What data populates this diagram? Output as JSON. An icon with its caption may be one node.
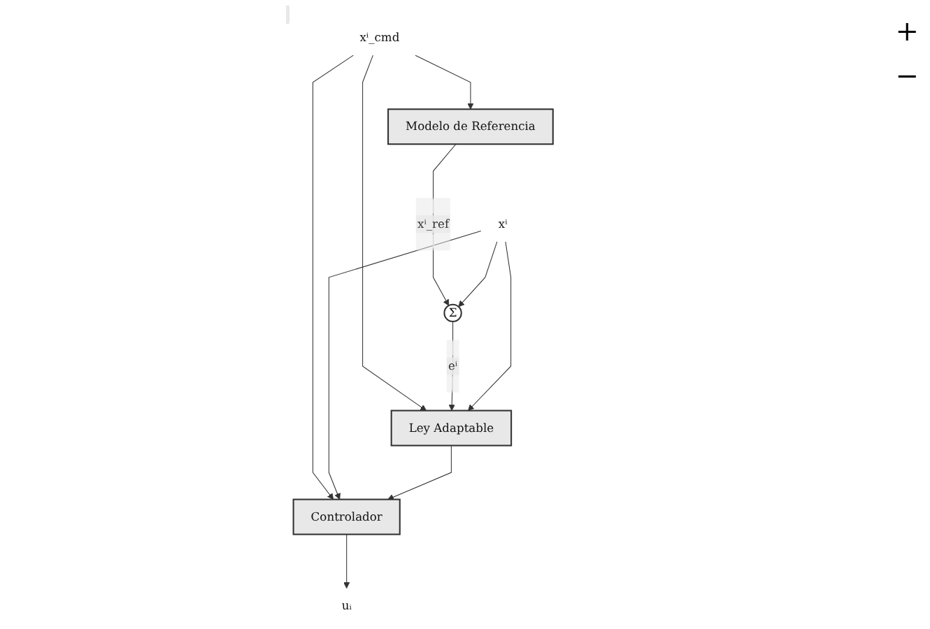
{
  "diagram": {
    "nodes": [
      {
        "text": [
          "xⁱ_cmd"
        ]
      },
      {
        "text": [
          "Modelo de Referencia"
        ]
      },
      {
        "text": [
          "Σ"
        ]
      },
      {
        "text": [
          "Ley Adaptable"
        ]
      },
      {
        "text": [
          "Controlador"
        ]
      },
      {
        "text": [
          "xⁱ"
        ]
      },
      {
        "text": [
          "uᵢ"
        ]
      }
    ],
    "edges": [
      {
        "from": 0,
        "to": 1,
        "arrow": "to"
      },
      {
        "from": 0,
        "to": 3,
        "arrow": "to"
      },
      {
        "from": 0,
        "to": 4,
        "arrow": "to"
      },
      {
        "from": 1,
        "to": 2,
        "arrow": "to",
        "label": "xⁱ_ref"
      },
      {
        "from": 2,
        "to": 3,
        "arrow": "to",
        "label": "eⁱ"
      },
      {
        "from": 5,
        "to": 3,
        "arrow": "to"
      },
      {
        "from": 5,
        "to": 2,
        "arrow": "to"
      },
      {
        "from": 5,
        "to": 4,
        "arrow": "to"
      },
      {
        "from": 3,
        "to": 4,
        "arrow": "to"
      },
      {
        "from": 4,
        "to": 6,
        "arrow": "to"
      }
    ],
    "labels": [
      "+",
      "−"
    ]
  }
}
